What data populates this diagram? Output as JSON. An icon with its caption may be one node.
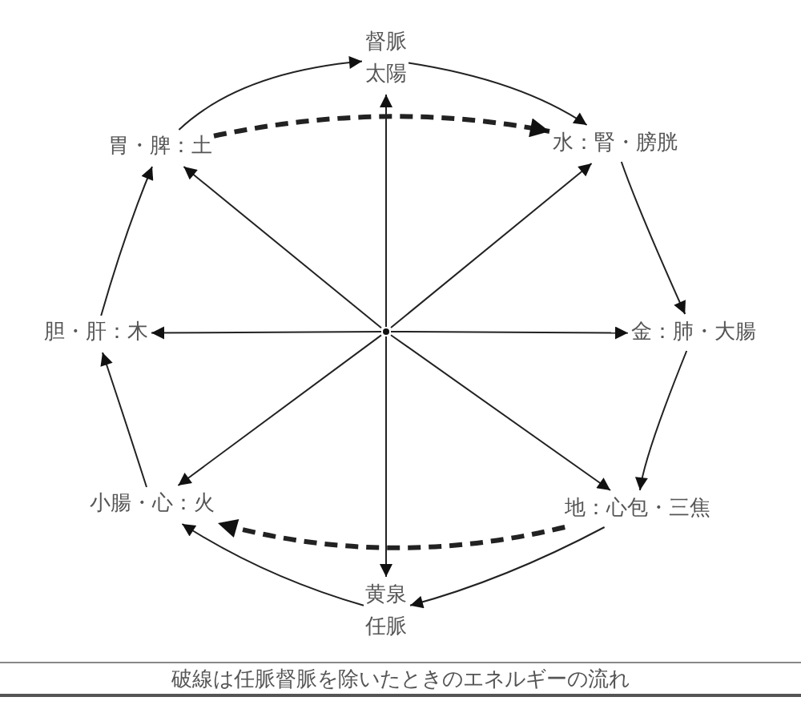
{
  "diagram": {
    "caption": "破線は任脈督脈を除いたときのエネルギーの流れ",
    "nodes": [
      {
        "text": [],
        "shape": "circle"
      },
      {
        "text": [
          "督脈",
          "太陽"
        ]
      },
      {
        "text": [
          "水：腎・膀胱"
        ]
      },
      {
        "text": [
          "金：肺・大腸"
        ]
      },
      {
        "text": [
          "地：心包・三焦"
        ]
      },
      {
        "text": [
          "黄泉",
          "任脈"
        ]
      },
      {
        "text": [
          "小腸・心：火"
        ]
      },
      {
        "text": [
          "胆・肝：木"
        ]
      },
      {
        "text": [
          "胃・脾：土"
        ]
      }
    ],
    "edges": [
      {
        "from": 0,
        "to": 1,
        "arrow": "to"
      },
      {
        "from": 0,
        "to": 2,
        "arrow": "to"
      },
      {
        "from": 0,
        "to": 3,
        "arrow": "to"
      },
      {
        "from": 0,
        "to": 4,
        "arrow": "to"
      },
      {
        "from": 0,
        "to": 5,
        "arrow": "to"
      },
      {
        "from": 0,
        "to": 6,
        "arrow": "to"
      },
      {
        "from": 0,
        "to": 7,
        "arrow": "to"
      },
      {
        "from": 0,
        "to": 8,
        "arrow": "to"
      },
      {
        "from": 8,
        "to": 1,
        "arrow": "to"
      },
      {
        "from": 1,
        "to": 2,
        "arrow": "to"
      },
      {
        "from": 2,
        "to": 3,
        "arrow": "to"
      },
      {
        "from": 3,
        "to": 4,
        "arrow": "to"
      },
      {
        "from": 4,
        "to": 5,
        "arrow": "to"
      },
      {
        "from": 5,
        "to": 6,
        "arrow": "to"
      },
      {
        "from": 6,
        "to": 7,
        "arrow": "to"
      },
      {
        "from": 7,
        "to": 8,
        "arrow": "to"
      },
      {
        "from": 8,
        "to": 2,
        "arrow": "to",
        "style": "dashed"
      },
      {
        "from": 4,
        "to": 6,
        "arrow": "to",
        "style": "dashed"
      }
    ]
  }
}
